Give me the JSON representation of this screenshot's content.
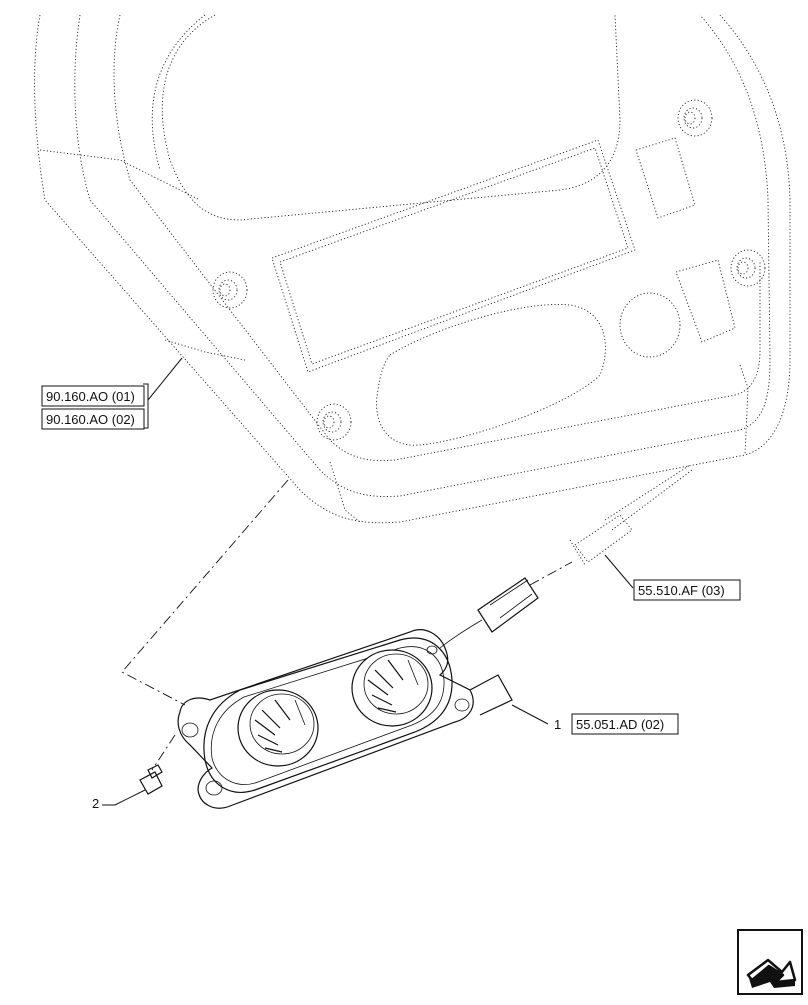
{
  "references": [
    {
      "id": "ref-90-160-ao-01",
      "label": "90.160.AO (01)"
    },
    {
      "id": "ref-90-160-ao-02",
      "label": "90.160.AO (02)"
    },
    {
      "id": "ref-55-510-af-03",
      "label": "55.510.AF (03)"
    },
    {
      "id": "ref-55-051-ad-02",
      "label": "55.051.AD (02)"
    }
  ],
  "callouts": [
    {
      "id": "callout-1",
      "label": "1"
    },
    {
      "id": "callout-2",
      "label": "2"
    }
  ],
  "icons": {
    "nav": "next-page-arrow-icon"
  }
}
